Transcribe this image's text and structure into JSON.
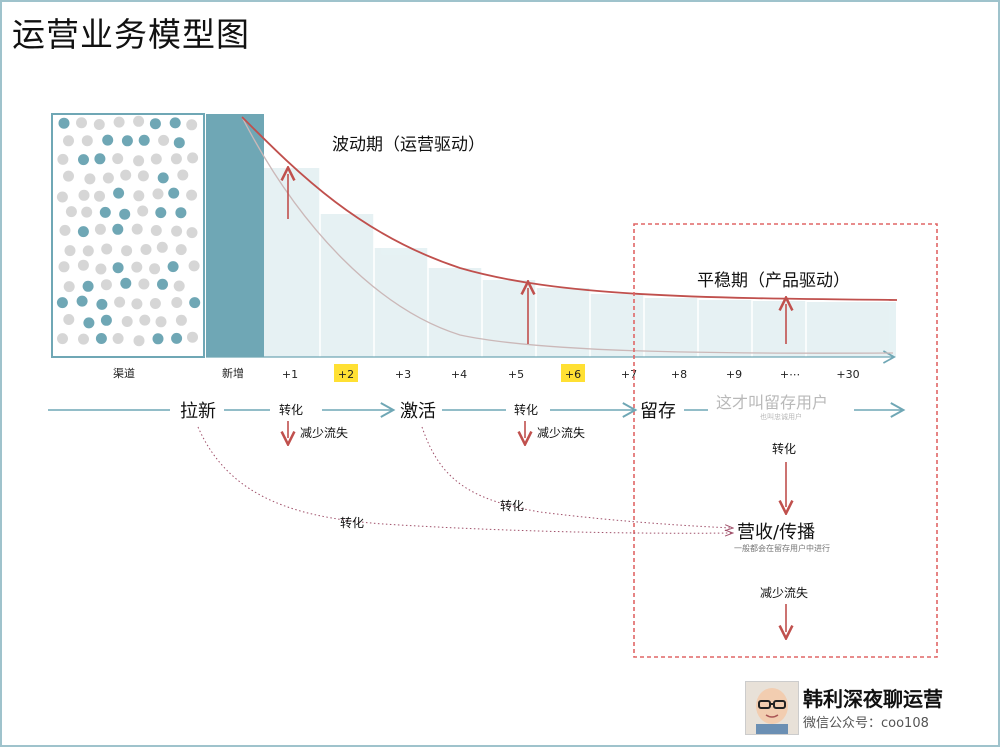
{
  "title": "运营业务模型图",
  "diagram": {
    "channel_label": "渠道",
    "new_label": "新增",
    "volatile_label": "波动期（运营驱动）",
    "stable_label": "平稳期（产品驱动）",
    "ticks": [
      "+1",
      "+2",
      "+3",
      "+4",
      "+5",
      "+6",
      "+7",
      "+8",
      "+9",
      "+⋯",
      "+30"
    ],
    "highlighted_ticks": [
      "+2",
      "+6"
    ],
    "flow": {
      "acquire": "拉新",
      "activate": "激活",
      "retain": "留存",
      "retained_users": "这才叫留存用户",
      "retained_users_sub": "也叫忠诚用户",
      "convert_1": "转化",
      "reduce_loss_1": "减少流失",
      "convert_2": "转化",
      "reduce_loss_2": "减少流失",
      "convert_3": "转化",
      "convert_dotted_1": "转化",
      "convert_dotted_2": "转化",
      "revenue": "营收/传播",
      "revenue_sub": "一般都会在留存用户中进行",
      "reduce_loss_3": "减少流失"
    },
    "colors": {
      "teal": "#6fa7b5",
      "pale": "#d9eaee",
      "red": "#c0504d",
      "gray_line": "#c8b6b6",
      "dot_blue": "#6fa7b5",
      "dot_gray": "#d6d6d6",
      "highlight": "#ffe033"
    }
  },
  "brand": {
    "name": "韩利深夜聊运营",
    "sub": "微信公众号：coo108"
  }
}
